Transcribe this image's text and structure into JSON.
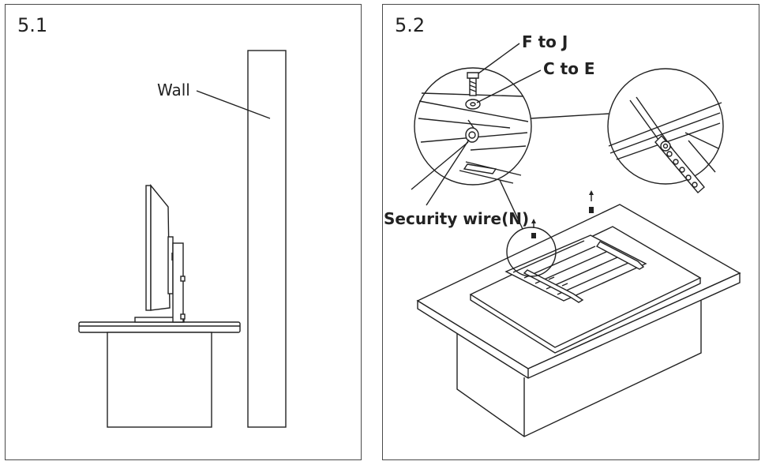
{
  "panels": [
    {
      "step": "5.1",
      "labels": {
        "wall": "Wall"
      }
    },
    {
      "step": "5.2",
      "labels": {
        "screw": "F to J",
        "washer": "C to E",
        "security_wire": "Security wire(N)"
      }
    }
  ]
}
